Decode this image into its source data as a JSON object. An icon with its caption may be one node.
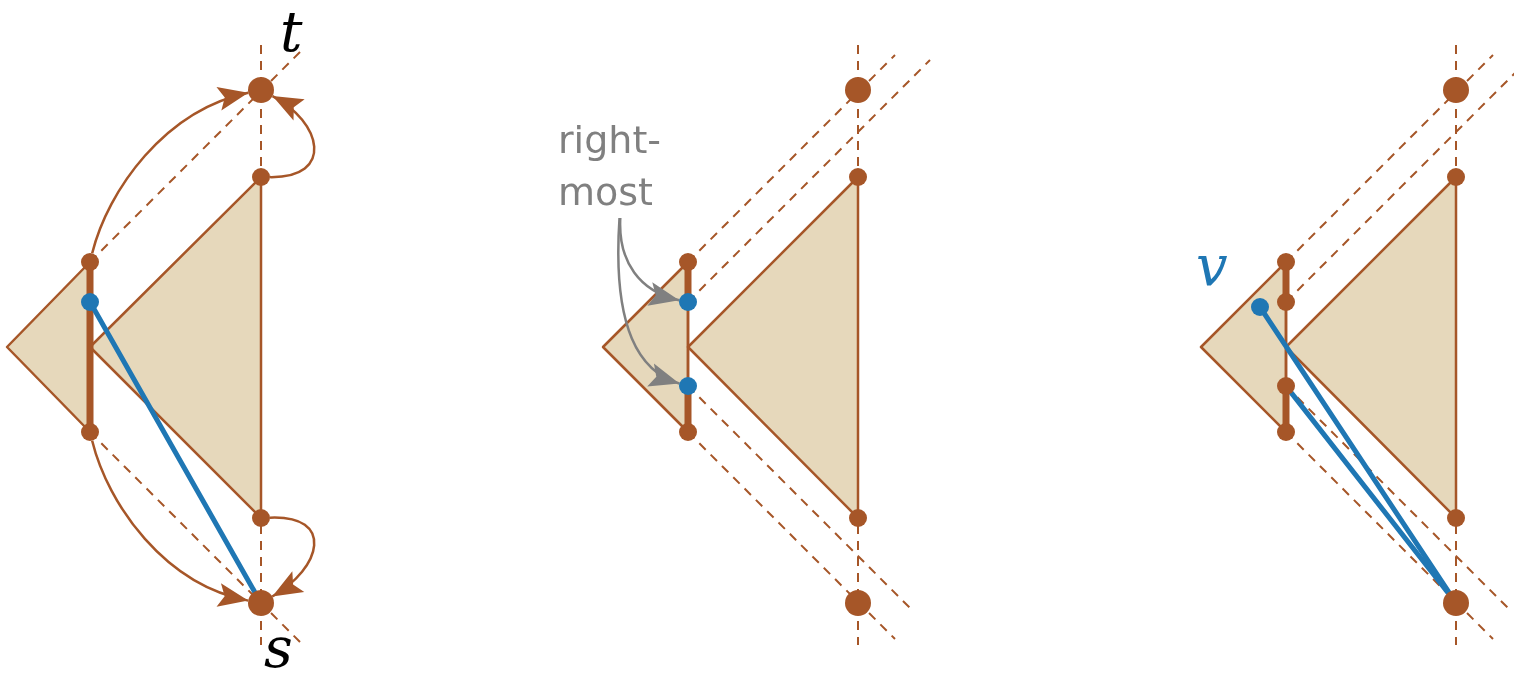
{
  "diagram": {
    "nodes": [
      {
        "text": [],
        "shape": "circle",
        "beside": [
          "t"
        ]
      },
      {
        "text": [],
        "shape": "circle"
      },
      {
        "text": [],
        "shape": "circle"
      },
      {
        "text": [],
        "shape": "circle"
      },
      {
        "text": [],
        "shape": "circle"
      },
      {
        "text": [],
        "shape": "circle"
      },
      {
        "text": [],
        "shape": "circle",
        "beside": [
          "s"
        ]
      },
      {
        "text": [
          "right- most"
        ]
      },
      {
        "text": [],
        "shape": "circle"
      },
      {
        "text": [],
        "shape": "circle"
      },
      {
        "text": [],
        "shape": "circle",
        "beside": [
          "v"
        ]
      },
      {
        "text": [],
        "shape": "circle"
      },
      {
        "text": [],
        "shape": "circle"
      }
    ],
    "edges": [
      {
        "from": 2,
        "to": 0,
        "arrow": "to"
      },
      {
        "from": 1,
        "to": 0,
        "arrow": "to"
      },
      {
        "from": 4,
        "to": 6,
        "arrow": "to"
      },
      {
        "from": 5,
        "to": 6,
        "arrow": "to"
      },
      {
        "from": 3,
        "to": 6,
        "arrow": "none",
        "style": "thick",
        "color": "#1f77b4"
      },
      {
        "from": 7,
        "to": 8,
        "arrow": "to",
        "color": "#808080"
      },
      {
        "from": 7,
        "to": 9,
        "arrow": "to",
        "color": "#808080"
      },
      {
        "from": 10,
        "to": 12,
        "arrow": "none",
        "style": "thick",
        "color": "#1f77b4"
      },
      {
        "from": 11,
        "to": 12,
        "arrow": "none",
        "style": "thick",
        "color": "#1f77b4"
      }
    ]
  }
}
